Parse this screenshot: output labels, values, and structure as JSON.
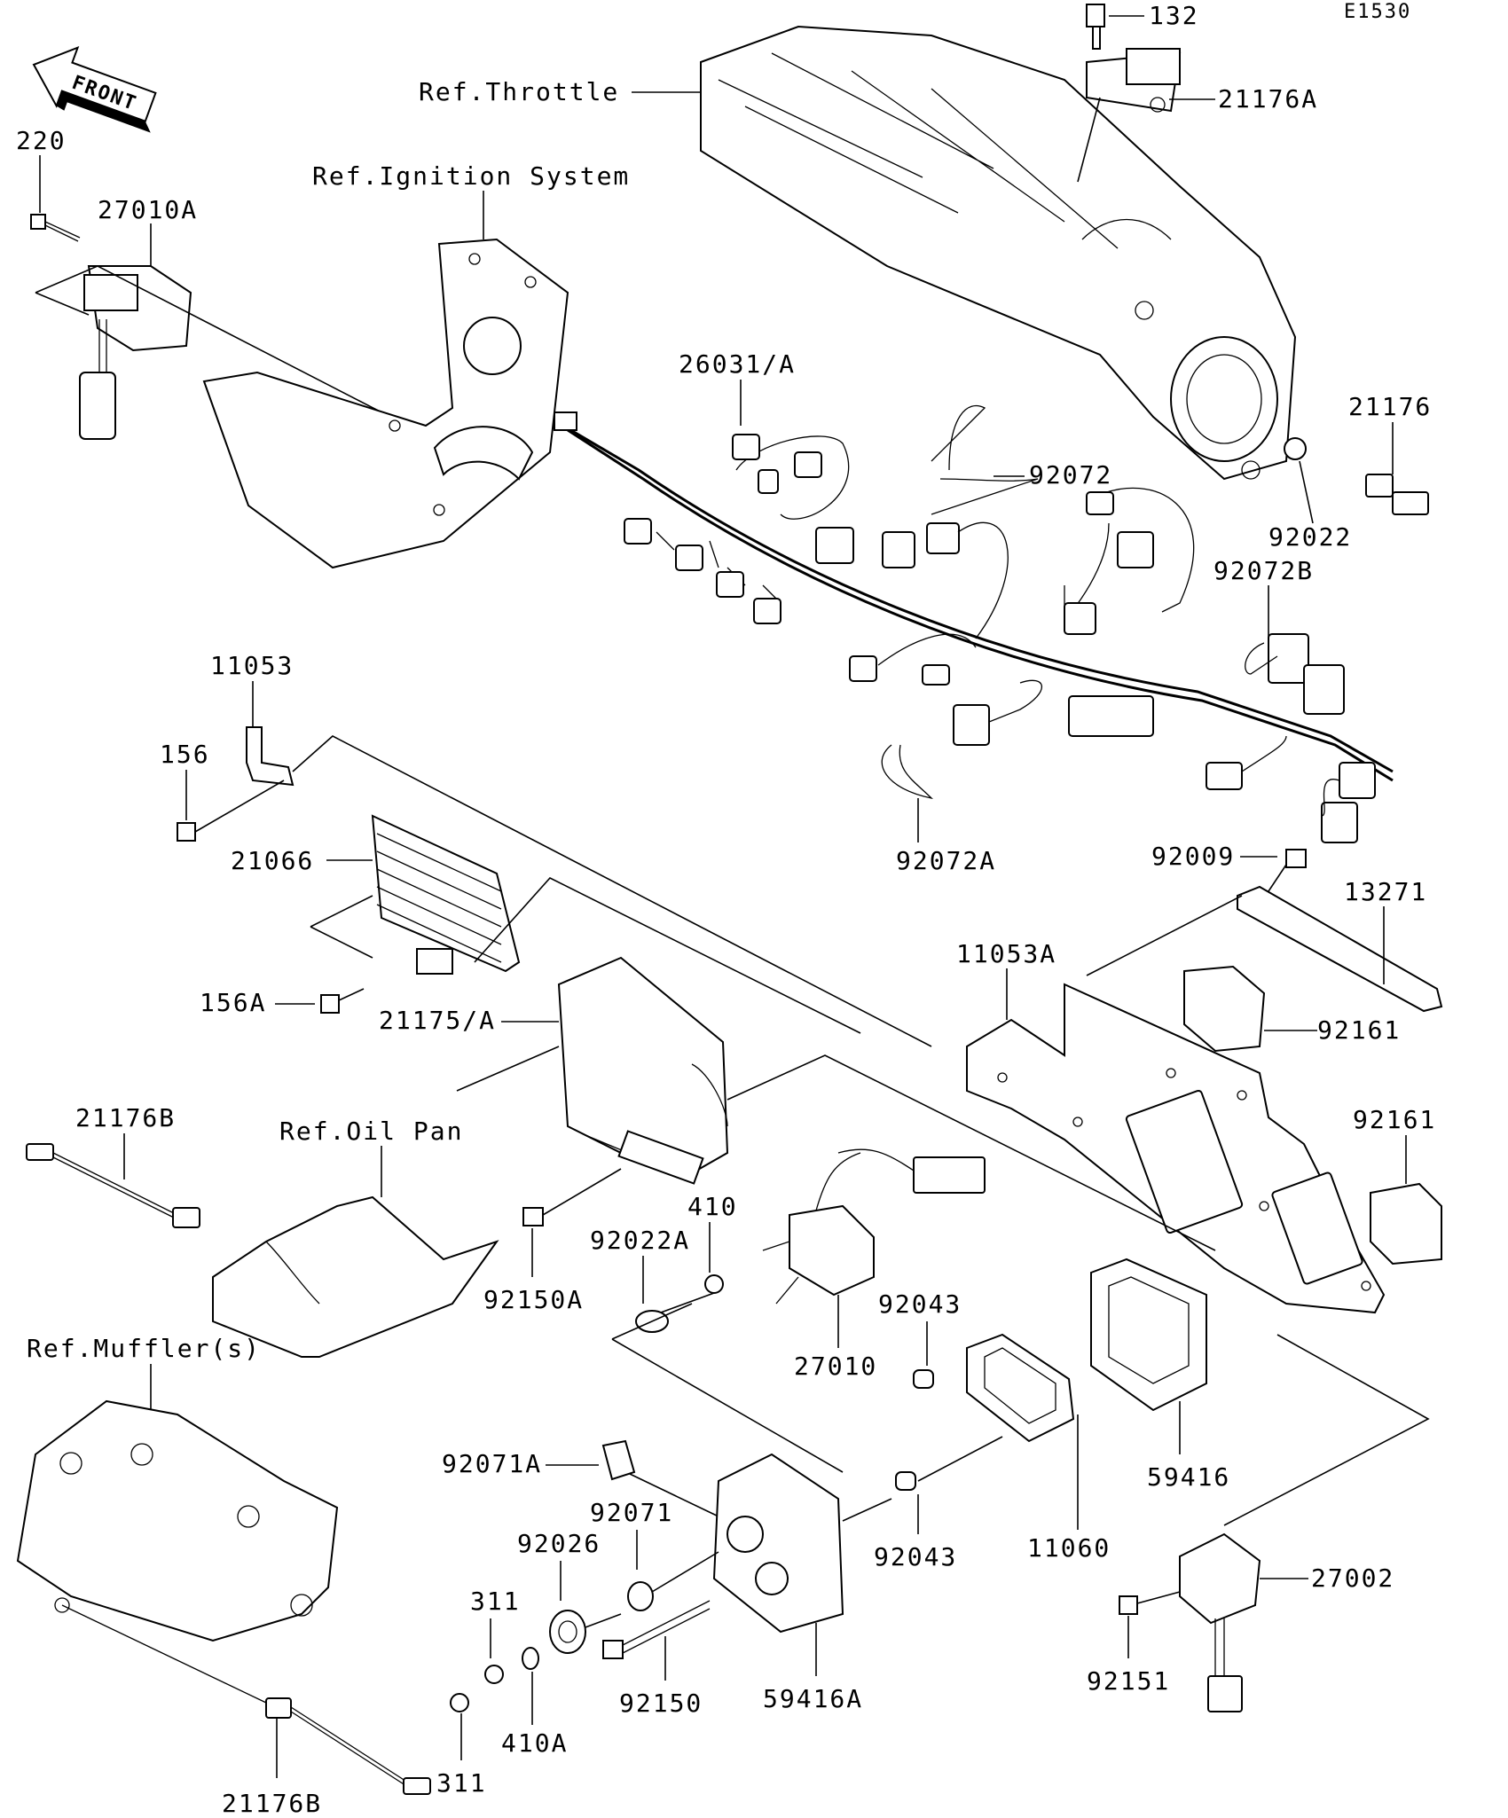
{
  "diagram_code": "E1530",
  "front_label": "FRONT",
  "labels": {
    "p132": "132",
    "p21176A": "21176A",
    "refThrottle": "Ref.Throttle",
    "p220": "220",
    "p27010A": "27010A",
    "refIgnition": "Ref.Ignition System",
    "p26031A": "26031/A",
    "p21176": "21176",
    "p92072": "92072",
    "p92022": "92022",
    "p92072B": "92072B",
    "p11053": "11053",
    "p156": "156",
    "p21066": "21066",
    "p92072A": "92072A",
    "p92009": "92009",
    "p13271": "13271",
    "p11053A": "11053A",
    "p156A": "156A",
    "p21175A": "21175/A",
    "p92161a": "92161",
    "p92161b": "92161",
    "p21176B_top": "21176B",
    "refOilPan": "Ref.Oil Pan",
    "p410": "410",
    "p92022A": "92022A",
    "p92150A": "92150A",
    "p92043a": "92043",
    "p27010": "27010",
    "refMuffler": "Ref.Muffler(s)",
    "p92071A": "92071A",
    "p59416": "59416",
    "p92071": "92071",
    "p92026": "92026",
    "p92043b": "92043",
    "p11060": "11060",
    "p27002": "27002",
    "p311a": "311",
    "p311b": "311",
    "p410A": "410A",
    "p92150": "92150",
    "p59416A": "59416A",
    "p92151": "92151",
    "p21176B_bottom": "21176B"
  }
}
